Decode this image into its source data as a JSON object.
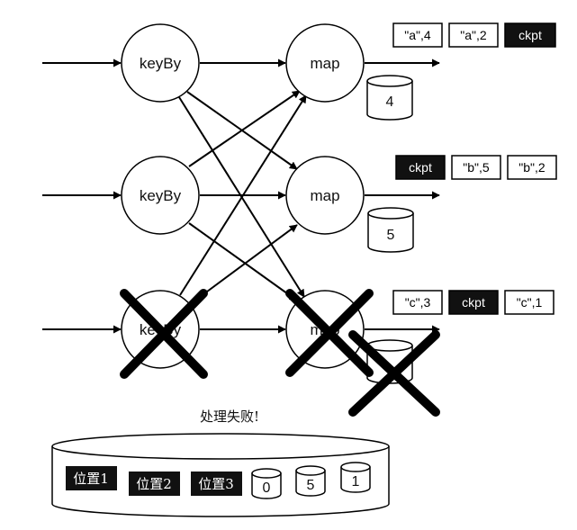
{
  "nodes": {
    "keyby_1": "keyBy",
    "keyby_2": "keyBy",
    "keyby_3": "keyBy",
    "map_1": "map",
    "map_2": "map",
    "map_3": "map"
  },
  "states": {
    "map_1": "4",
    "map_2": "5"
  },
  "streams": {
    "row_1": [
      "\"a\",4",
      "\"a\",2",
      "ckpt"
    ],
    "row_2": [
      "ckpt",
      "\"b\",5",
      "\"b\",2"
    ],
    "row_3": [
      "\"c\",3",
      "ckpt",
      "\"c\",1"
    ]
  },
  "failure_caption": "处理失败!",
  "storage": {
    "positions": [
      "位置1",
      "位置2",
      "位置3"
    ],
    "saved_states": [
      "0",
      "5",
      "1"
    ]
  }
}
